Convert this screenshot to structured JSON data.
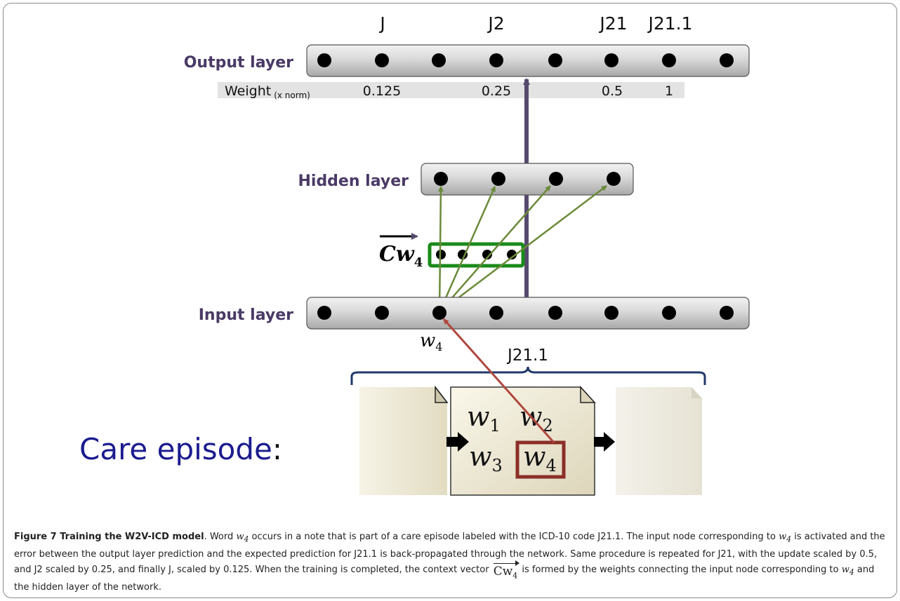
{
  "layers": {
    "output_label": "Output layer",
    "hidden_label": "Hidden layer",
    "input_label": "Input layer"
  },
  "codes": [
    "J",
    "J2",
    "J21",
    "J21.1"
  ],
  "weights": {
    "label": "Weight",
    "subscript": "(x norm)",
    "values": [
      "0.125",
      "0.25",
      "0.5",
      "1"
    ]
  },
  "context_vector": {
    "symbol": "Cw",
    "subscript": "4"
  },
  "input_word": {
    "symbol": "w",
    "subscript": "4"
  },
  "episode": {
    "label": "J21.1",
    "care_label": "Care episode",
    "colon": ":",
    "words": [
      {
        "symbol": "w",
        "subscript": "1"
      },
      {
        "symbol": "w",
        "subscript": "2"
      },
      {
        "symbol": "w",
        "subscript": "3"
      },
      {
        "symbol": "w",
        "subscript": "4"
      }
    ]
  },
  "caption": {
    "title": "Figure 7 Training the W2V-ICD model",
    "t1": ". Word ",
    "w": "w",
    "sub4": "4",
    "t2": " occurs in a note that is part of a care episode labeled with the ICD-10 code J21.1. The input node corresponding to ",
    "t3": " is activated and the error between the output layer prediction and the expected prediction for J21.1 is back-propagated through the network. Same procedure is repeated for J21, with the update scaled by 0.5, and J2 scaled by 0.25, and finally J, scaled by 0.125. When the training is completed, the context vector ",
    "vec": "Cw",
    "t4": " is formed by the weights connecting the input node corresponding to ",
    "t5": " and the hidden layer of the network."
  },
  "colors": {
    "layer_label": "#4a3a66",
    "arrow_purple": "#564a6e",
    "arrow_green": "#6b8a3a",
    "context_box": "#1a8a1a",
    "arrow_red": "#b0473e",
    "highlight_box": "#8b2f28",
    "care_text": "#1b1b8f",
    "brace": "#20386b"
  }
}
